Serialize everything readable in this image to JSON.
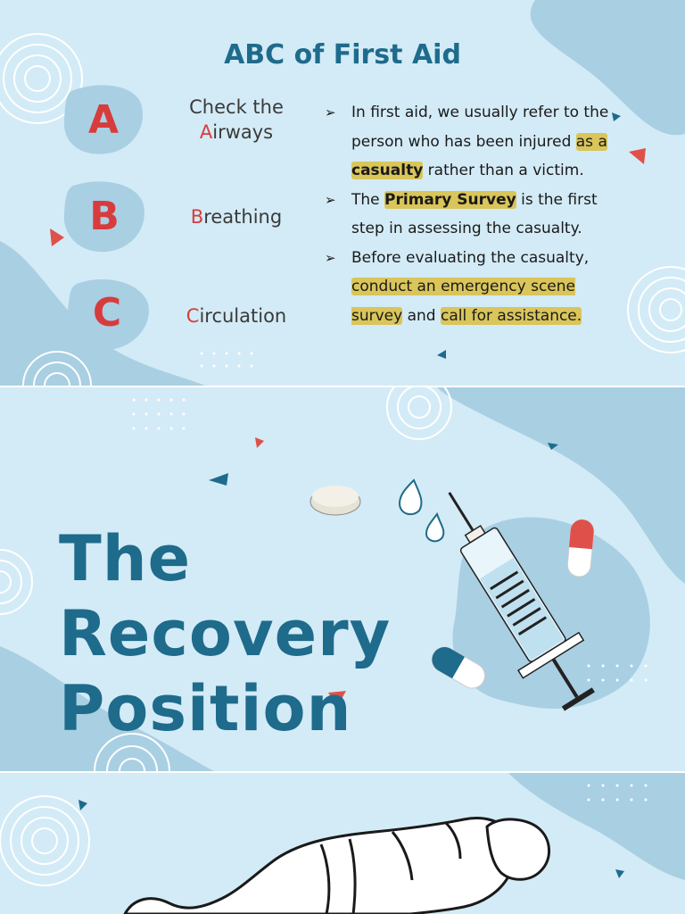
{
  "slide1": {
    "title": "ABC of First Aid",
    "items": [
      {
        "letter": "A",
        "label_prefix": "Check the",
        "label_first": "A",
        "label_rest": "irways"
      },
      {
        "letter": "B",
        "label_first": "B",
        "label_rest": "reathing"
      },
      {
        "letter": "C",
        "label_first": "C",
        "label_rest": "irculation"
      }
    ],
    "bullet_marker": "➢",
    "bullets": [
      {
        "t1": "In first aid, we usually refer to the person who has been injured ",
        "h1": "as a ",
        "h2": "casualty",
        "t2": " rather than a victim."
      },
      {
        "t1": "The ",
        "h1": "Primary Survey",
        "t2": " is the first step in assessing the casualty."
      },
      {
        "t1": "Before evaluating the casualty, ",
        "h1": "conduct an emergency scene survey",
        "t2": " and ",
        "h2": "call for assistance."
      }
    ]
  },
  "slide2": {
    "title_lines": [
      "The",
      "Recovery",
      "Position"
    ]
  },
  "colors": {
    "background": "#d3ebf6",
    "blob": "#a9cfe3",
    "title": "#1e6b8c",
    "accent_red": "#d73c3c",
    "highlight": "#d9c55a"
  }
}
